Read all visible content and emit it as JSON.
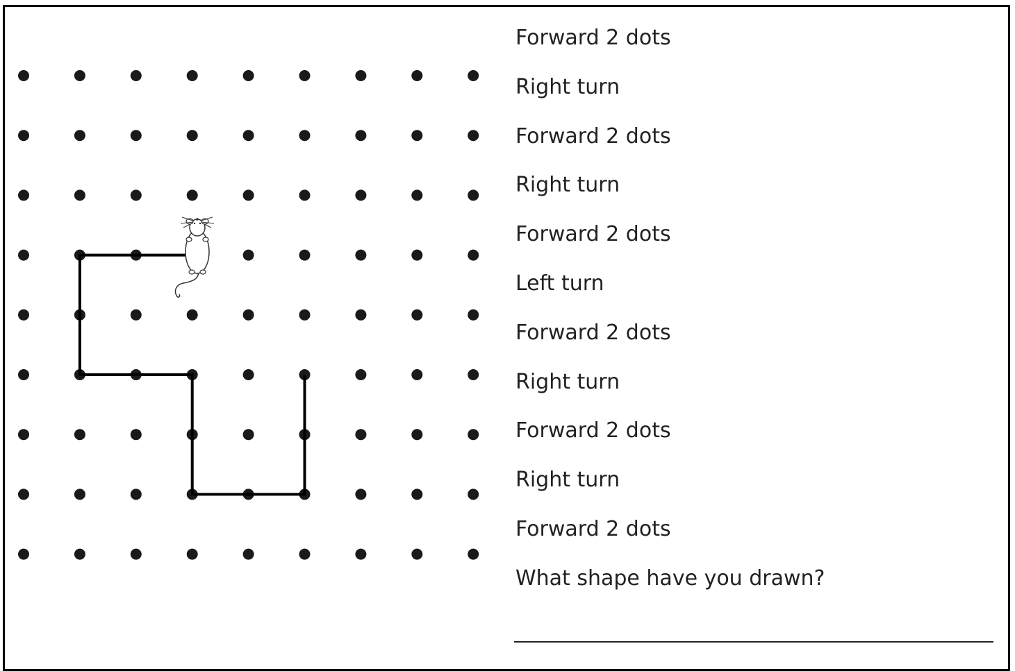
{
  "worksheet": {
    "instructions": [
      "Forward 2 dots",
      "Right turn",
      "Forward 2 dots",
      "Right turn",
      "Forward 2 dots",
      "Left turn",
      "Forward 2 dots",
      "Right turn",
      "Forward 2 dots",
      "Right turn",
      "Forward 2 dots"
    ],
    "question": "What shape have you drawn?",
    "grid": {
      "columns": 9,
      "rows": 9
    },
    "path_grid_points": [
      [
        3,
        3
      ],
      [
        1,
        3
      ],
      [
        1,
        5
      ],
      [
        3,
        5
      ],
      [
        3,
        7
      ],
      [
        5,
        7
      ],
      [
        5,
        5
      ]
    ],
    "mouse_icon": "mouse-icon",
    "colors": {
      "dot": "#1a1a1a",
      "path": "#000000",
      "text": "#222222"
    }
  }
}
